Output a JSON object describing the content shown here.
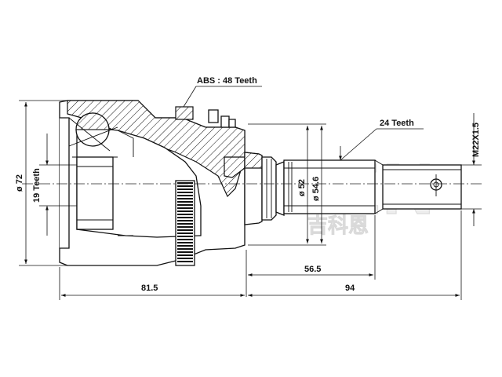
{
  "labels": {
    "abs": "ABS : 48 Teeth",
    "outer_spline": "24 Teeth",
    "inner_spline": "19 Teeth",
    "thread": "M22X1.5",
    "dia_outer": "ø 72",
    "dia_seat": "ø 52",
    "dia_shaft": "ø 54.6",
    "len_body": "81.5",
    "len_stem": "94",
    "len_spline": "56.5"
  },
  "watermark": {
    "text": "GKEREN",
    "subtext": "吉科恩"
  }
}
